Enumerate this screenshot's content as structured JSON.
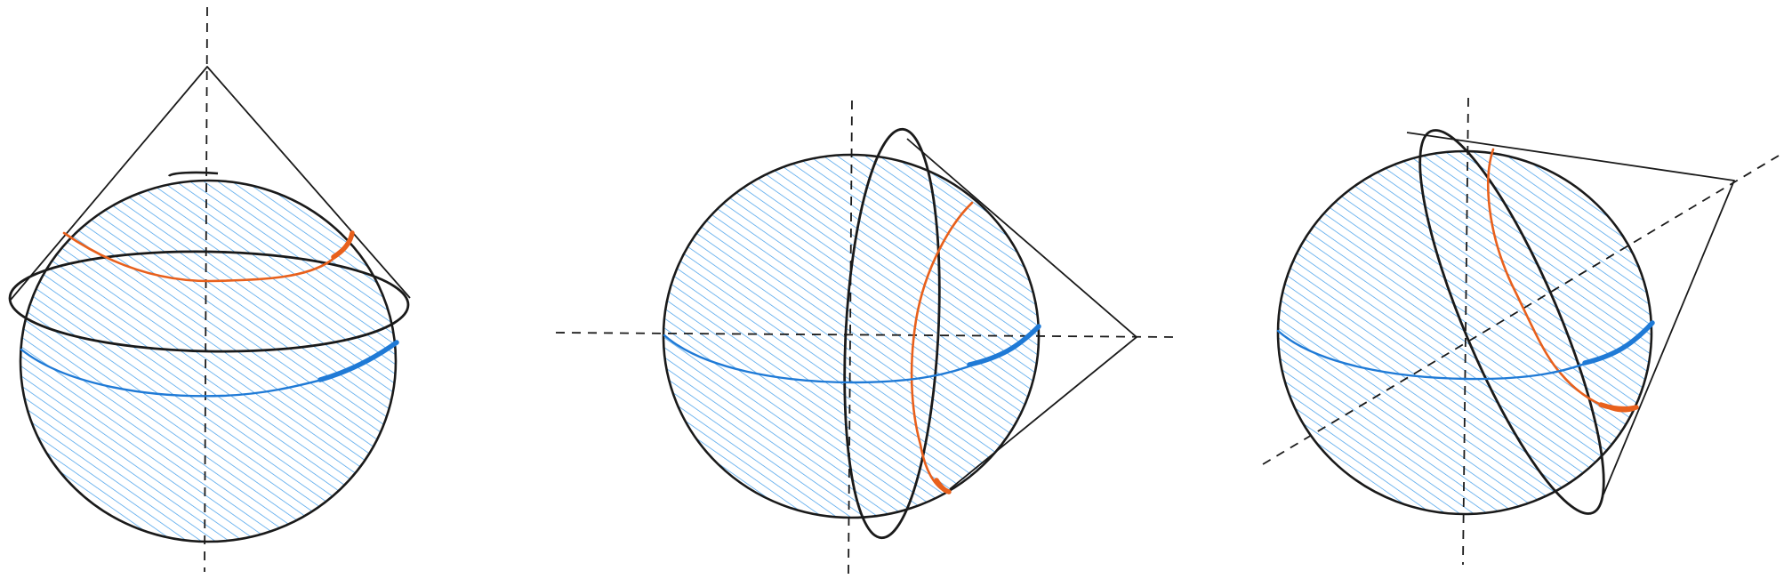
{
  "colors": {
    "hatch": "#3d9be9",
    "outline": "#1a1a1a",
    "equator": "#1f7ad6",
    "orange_curve": "#e8601c",
    "background": "#ffffff"
  },
  "figures": [
    {
      "name": "sphere-cone-vertical-axis"
    },
    {
      "name": "sphere-cone-horizontal-axis"
    },
    {
      "name": "sphere-cone-tilted-axis"
    }
  ]
}
